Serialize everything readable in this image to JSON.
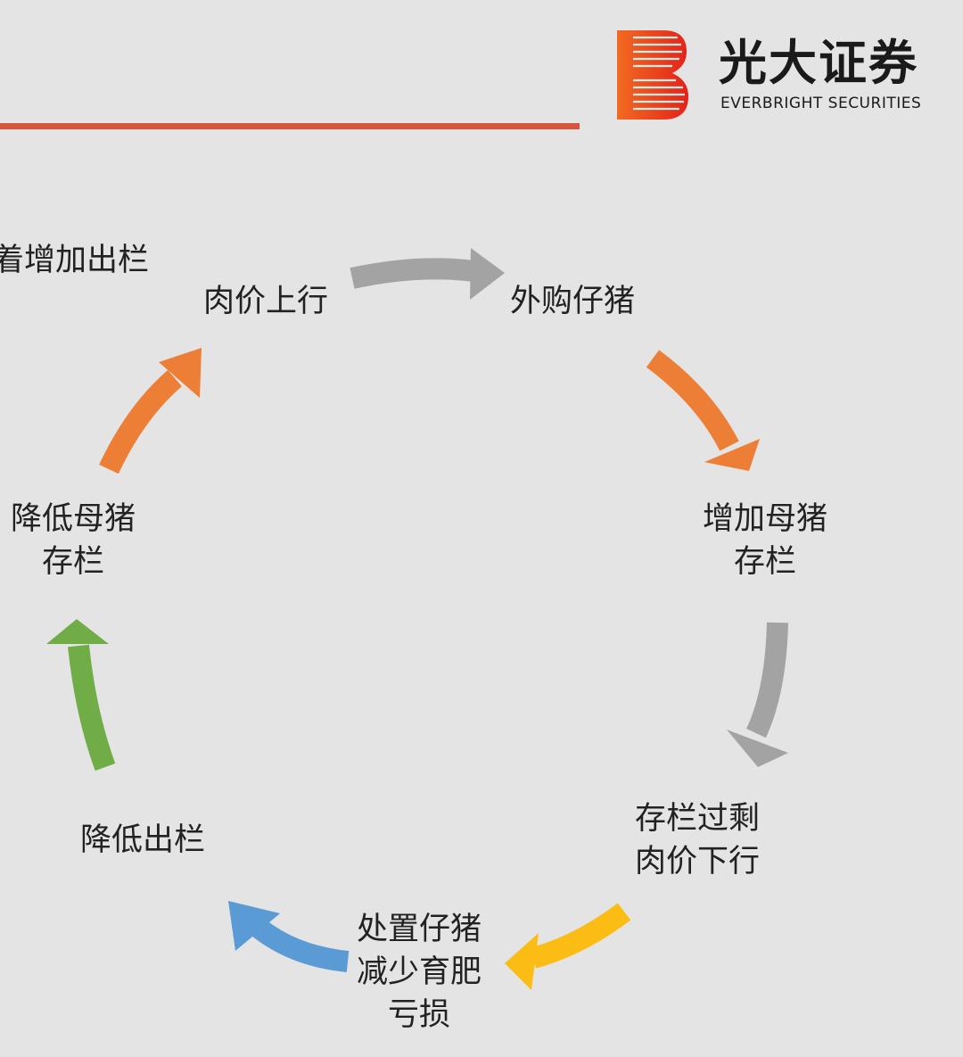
{
  "header": {
    "brand_cn": "光大证券",
    "brand_en": "EVERBRIGHT SECURITIES"
  },
  "cycle": {
    "partial_heading": "着增加出栏",
    "nodes": [
      {
        "id": "price_up",
        "label": "肉价上行"
      },
      {
        "id": "buy_piglets",
        "label": "外购仔猪"
      },
      {
        "id": "raise_sows",
        "label": "增加母猪\n存栏"
      },
      {
        "id": "oversupply",
        "label": "存栏过剩\n肉价下行"
      },
      {
        "id": "dispose_piglets",
        "label": "处置仔猪\n减少育肥\n亏损"
      },
      {
        "id": "reduce_output",
        "label": "降低出栏"
      },
      {
        "id": "cut_sows",
        "label": "降低母猪\n存栏"
      }
    ],
    "arrow_colors": {
      "gray": "#a3a3a3",
      "orange": "#ec7e35",
      "yellow": "#fbbd13",
      "blue": "#5a9bd5",
      "green": "#70ad47"
    }
  },
  "colors": {
    "background": "#e5e4e4",
    "accent_line": "#d8543a",
    "logo_red": "#e2231a"
  }
}
